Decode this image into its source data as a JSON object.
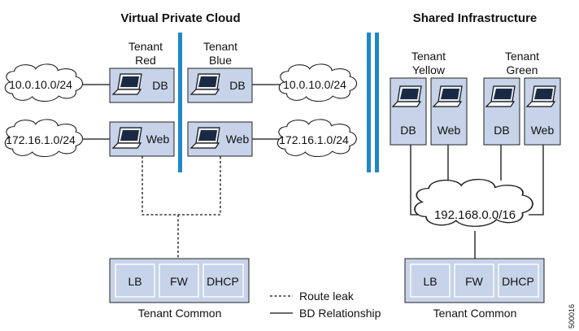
{
  "sections": {
    "left_title": "Virtual Private Cloud",
    "right_title": "Shared Infrastructure"
  },
  "tenants": {
    "red": {
      "line1": "Tenant",
      "line2": "Red"
    },
    "blue": {
      "line1": "Tenant",
      "line2": "Blue"
    },
    "yellow": {
      "line1": "Tenant",
      "line2": "Yellow"
    },
    "green": {
      "line1": "Tenant",
      "line2": "Green"
    }
  },
  "server_labels": {
    "db": "DB",
    "web": "Web"
  },
  "networks": {
    "red_db": "10.0.10.0/24",
    "red_web": "172.16.1.0/24",
    "blue_db": "10.0.10.0/24",
    "blue_web": "172.16.1.0/24",
    "shared": "192.168.0.0/16"
  },
  "common": {
    "left": {
      "lb": "LB",
      "fw": "FW",
      "dhcp": "DHCP",
      "caption": "Tenant Common"
    },
    "right": {
      "lb": "LB",
      "fw": "FW",
      "dhcp": "DHCP",
      "caption": "Tenant Common"
    }
  },
  "legend": {
    "route_leak": "Route leak",
    "bd_relationship": "BD Relationship"
  },
  "figure_id": "500016",
  "colors": {
    "box_fill": "#c6d3e8",
    "separator": "#1e88c9",
    "outline": "#222222"
  }
}
